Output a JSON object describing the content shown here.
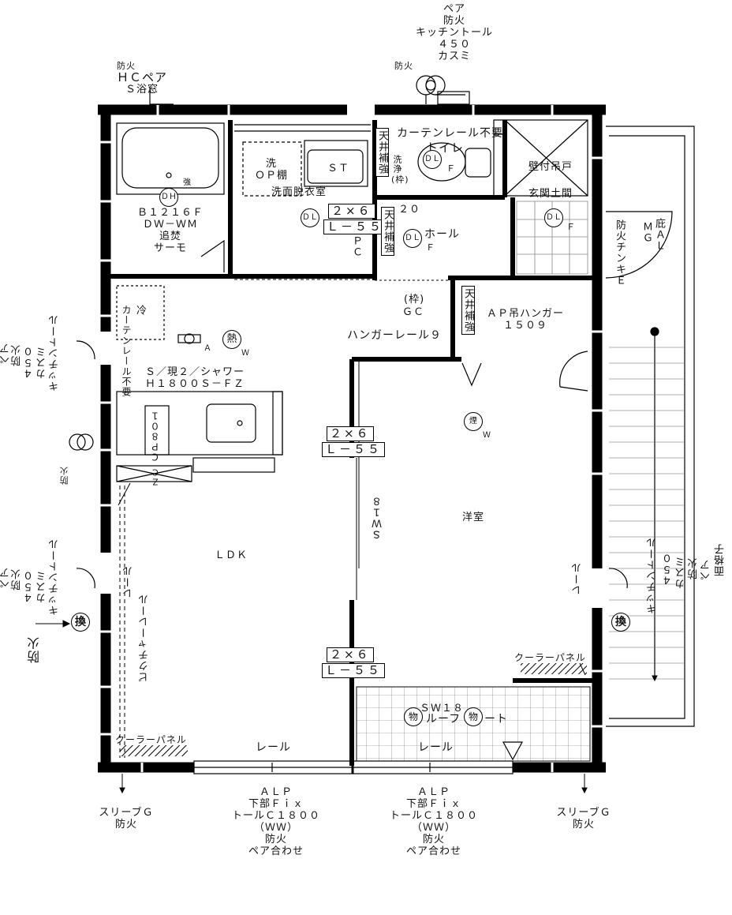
{
  "top_windows": {
    "bath_window": {
      "line1": "防火",
      "line2": "ＨＣペア",
      "line3": "Ｓ浴窓"
    },
    "toilet_window": {
      "line1": "ペア",
      "line2": "防火",
      "line3": "キッチントール",
      "line4": "４５０",
      "line5": "カスミ",
      "extra": "防火"
    }
  },
  "rooms": {
    "bath": {
      "dh": "ＤＨ",
      "strong": "強",
      "spec1": "Ｂ１２１６Ｆ",
      "spec2": "ＤＷ－ＷＭ",
      "spec3": "追焚",
      "spec4": "サーモ"
    },
    "washroom": {
      "shelf1": "洗",
      "shelf2": "ＯＰ棚",
      "st": "ＳＴ",
      "name": "洗面脱衣室",
      "dl": "ＤＬ",
      "pc": "ＰＣ"
    },
    "toilet": {
      "label": "トイレ",
      "dl": "ＤＬ",
      "washlet": "洗浄",
      "frame": "(枠)",
      "f": "Ｆ",
      "curtain": "カーテンレール不要",
      "ceiling": "天井補強"
    },
    "hall": {
      "label": "ホール",
      "dl": "ＤＬ",
      "f": "Ｆ",
      "ceiling": "天井補強",
      "num": "２０",
      "frame": "(枠)",
      "gc": "ＧＣ",
      "beam_top": "２×６",
      "beam_bottom": "Ｌ－５５"
    },
    "entrance": {
      "label": "玄関土間",
      "shelf": "壁付吊戸",
      "dl": "ＤＬ",
      "f": "Ｆ",
      "door1": "防火",
      "door2": "チンキＥ",
      "door3": "ＭＧ",
      "door4": "庇ＡＬ"
    },
    "ldk": {
      "label": "ＬＤＫ",
      "curtain": "カーテンレール不要",
      "cold": "冷",
      "heat": "熱",
      "heat_w": "Ｗ",
      "a": "Ａ",
      "faucet1": "Ｓ／現２／シャワー",
      "faucet2": "Ｈ１８００Ｓ－ＦＺ",
      "cabinet": "ＣＰ８０１",
      "cabinet2": "ＺＣ",
      "rail": "レール",
      "picture_rail": "ピクチャーレール",
      "vent": "換",
      "fire_label": "防火",
      "cooler": "クーラーパネル",
      "bottom_rail": "レール"
    },
    "western": {
      "label": "洋室",
      "smoke": "煙",
      "smoke_w": "Ｗ",
      "ceiling": "天井補強",
      "hanger": "ＡＰ吊ハンガー",
      "hanger_num": "１５０９",
      "hanger_rail": "ハンガーレール９",
      "sw": "ＳＷ１８",
      "rail": "レール",
      "vent": "換",
      "cooler": "クーラーパネル",
      "beam1_top": "２×６",
      "beam1_bottom": "Ｌ－５５",
      "beam2_top": "２×６",
      "beam2_bottom": "Ｌ－５５"
    },
    "storage": {
      "sw": "ＳＷ１８",
      "label1": "物",
      "label2": "ルーフ",
      "label3": "物",
      "label4": "ート",
      "rail": "レール"
    },
    "balcony": {
      "label": "面格子"
    }
  },
  "left_windows": {
    "upper": {
      "line1": "ペア",
      "line2": "防火",
      "line3": "キッチントール",
      "line4": "４５０",
      "line5": "カスミ"
    },
    "vent_label": "防火",
    "lower": {
      "line1": "ペア",
      "line2": "防火",
      "line3": "キッチントール",
      "line4": "４５０",
      "line5": "カスミ"
    }
  },
  "right_window": {
    "line1": "キッチントール",
    "line2": "４５０",
    "line3": "カスミ",
    "line4": "防火",
    "line5": "ペア"
  },
  "bottom_labels": {
    "left": {
      "line1": "スリーブＧ",
      "line2": "防火"
    },
    "right": {
      "line1": "スリーブＧ",
      "line2": "防火"
    },
    "window1": {
      "line1": "ＡＬＰ",
      "line2": "下部Ｆｉｘ",
      "line3": "トールＣ１８００",
      "line4": "（ＷＷ）",
      "line5": "防火",
      "line6": "ペア合わせ"
    },
    "window2": {
      "line1": "ＡＬＰ",
      "line2": "下部Ｆｉｘ",
      "line3": "トールＣ１８００",
      "line4": "（ＷＷ）",
      "line5": "防火",
      "line6": "ペア合わせ"
    }
  }
}
